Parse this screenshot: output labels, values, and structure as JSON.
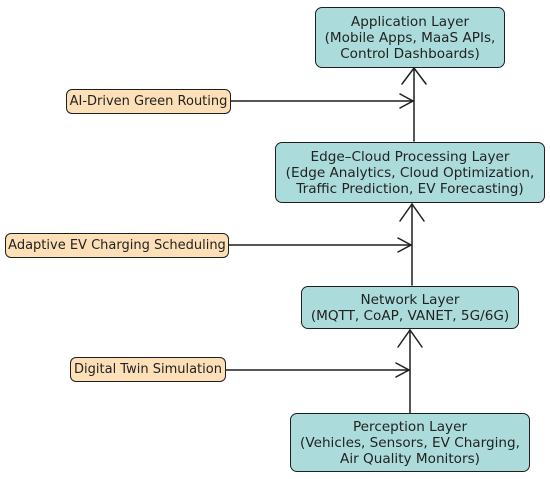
{
  "colors": {
    "layer_fill": "#abdcdb",
    "feature_fill": "#fde0b8",
    "stroke": "#1f1f1f",
    "text": "#222222"
  },
  "layers": {
    "application": {
      "title": "Application Layer",
      "lines": [
        "(Mobile Apps, MaaS APIs,",
        "Control Dashboards)"
      ]
    },
    "edge_cloud": {
      "title": "Edge–Cloud Processing Layer",
      "lines": [
        "(Edge Analytics, Cloud Optimization,",
        "Traffic Prediction, EV Forecasting)"
      ]
    },
    "network": {
      "title": "Network Layer",
      "lines": [
        "(MQTT, CoAP, VANET, 5G/6G)"
      ]
    },
    "perception": {
      "title": "Perception Layer",
      "lines": [
        "(Vehicles, Sensors, EV Charging,",
        "Air Quality Monitors)"
      ]
    }
  },
  "features": {
    "routing": "AI-Driven Green Routing",
    "charging": "Adaptive EV Charging Scheduling",
    "twin": "Digital Twin Simulation"
  }
}
